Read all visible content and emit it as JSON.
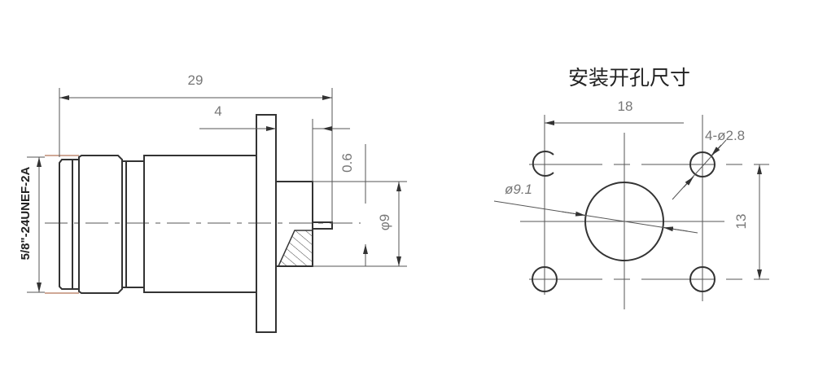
{
  "side_view": {
    "overall_length": "29",
    "flange_offset": "4",
    "pin_protrusion": "0.6",
    "rear_diameter": "φ9",
    "thread_spec": "5/8\"-24UNEF-2A"
  },
  "panel_cutout": {
    "title": "安装开孔尺寸",
    "hole_spacing_horizontal": "18",
    "hole_spacing_vertical": "13",
    "center_hole_diameter": "ø9.1",
    "mounting_holes": "4-ø2.8"
  }
}
